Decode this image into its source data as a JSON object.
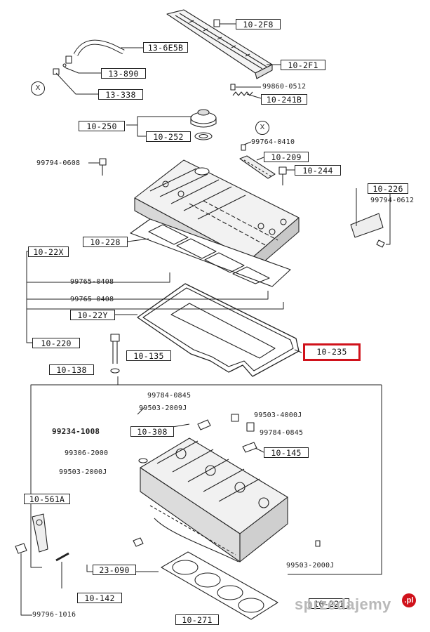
{
  "labels": {
    "l10_2f8": "10-2F8",
    "l13_6e5b": "13-6E5B",
    "l10_2f1": "10-2F1",
    "l13_890": "13-890",
    "l13_338": "13-338",
    "p99860": "99860-0512",
    "l10_241b": "10-241B",
    "l10_250": "10-250",
    "l10_252": "10-252",
    "p99764": "99764-0410",
    "l10_209": "10-209",
    "p99794a": "99794-0608",
    "l10_244": "10-244",
    "l10_226": "10-226",
    "p99794b": "99794-0612",
    "l10_228": "10-228",
    "l10_22x": "10-22X",
    "p99765a": "99765-0408",
    "p99765b": "99765-0408",
    "l10_22y": "10-22Y",
    "l10_220": "10-220",
    "l10_235": "10-235",
    "l10_135": "10-135",
    "l10_138": "10-138",
    "p99784a": "99784-0845",
    "p99503_2009": "99503-2009J",
    "p99503_4000": "99503-4000J",
    "p99234": "99234-1008",
    "l10_308": "10-308",
    "p99784b": "99784-0845",
    "p99306": "99306-2000",
    "l10_145": "10-145",
    "p99503_2000a": "99503-2000J",
    "l10_561a": "10-561A",
    "l23_090": "23-090",
    "p99503_2000b": "99503-2000J",
    "l10_142": "10-142",
    "l10_271": "10-271",
    "l10_221": "10-221",
    "p99796": "99796-1016",
    "circle_x1": "X",
    "circle_x2": "X"
  },
  "watermark": {
    "text": "sprzedajemy",
    "badge": ".pl"
  },
  "colors": {
    "line": "#222222",
    "highlight": "#d0121b",
    "watermark": "#b9b9b9"
  }
}
